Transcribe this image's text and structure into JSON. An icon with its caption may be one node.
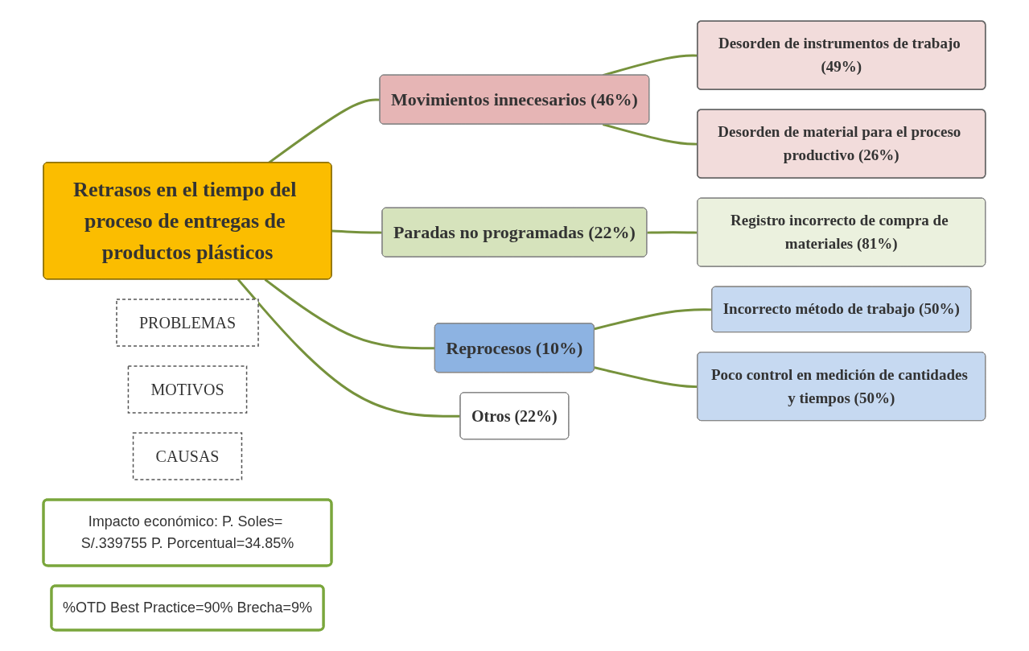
{
  "diagram": {
    "nodes": [
      {
        "text": [
          "PROBLEMAS"
        ]
      },
      {
        "text": [
          "MOTIVOS"
        ]
      },
      {
        "text": [
          "CAUSAS"
        ]
      },
      {
        "text": [
          "Impacto económico: P. Soles= S/.339755 P. Porcentual=34.85%"
        ]
      },
      {
        "text": [
          "Retrasos en el tiempo del proceso de entregas de productos plásticos"
        ]
      },
      {
        "text": [
          "%OTD Best Practice=90% Brecha=9%"
        ]
      },
      {
        "text": [
          "Movimientos innecesarios (46%)"
        ]
      },
      {
        "text": [
          "Paradas no programadas (22%)"
        ]
      },
      {
        "text": [
          "Reprocesos (10%)"
        ]
      },
      {
        "text": [
          "Otros (22%)"
        ]
      },
      {
        "text": [
          "Desorden de instrumentos de trabajo (49%)"
        ]
      },
      {
        "text": [
          "Desorden de material para el proceso productivo (26%)"
        ]
      },
      {
        "text": [
          "Registro incorrecto de compra de materiales (81%)"
        ]
      },
      {
        "text": [
          "Incorrecto método de trabajo (50%)"
        ]
      },
      {
        "text": [
          "Poco control en medición de cantidades y tiempos (50%)"
        ]
      }
    ],
    "edges": [
      {
        "from": 4,
        "to": 6,
        "arrow": "none"
      },
      {
        "from": 4,
        "to": 7,
        "arrow": "none"
      },
      {
        "from": 4,
        "to": 8,
        "arrow": "none"
      },
      {
        "from": 4,
        "to": 9,
        "arrow": "none"
      },
      {
        "from": 6,
        "to": 10,
        "arrow": "none"
      },
      {
        "from": 6,
        "to": 11,
        "arrow": "none"
      },
      {
        "from": 7,
        "to": 12,
        "arrow": "none"
      },
      {
        "from": 8,
        "to": 13,
        "arrow": "none"
      },
      {
        "from": 8,
        "to": 14,
        "arrow": "none"
      }
    ]
  }
}
